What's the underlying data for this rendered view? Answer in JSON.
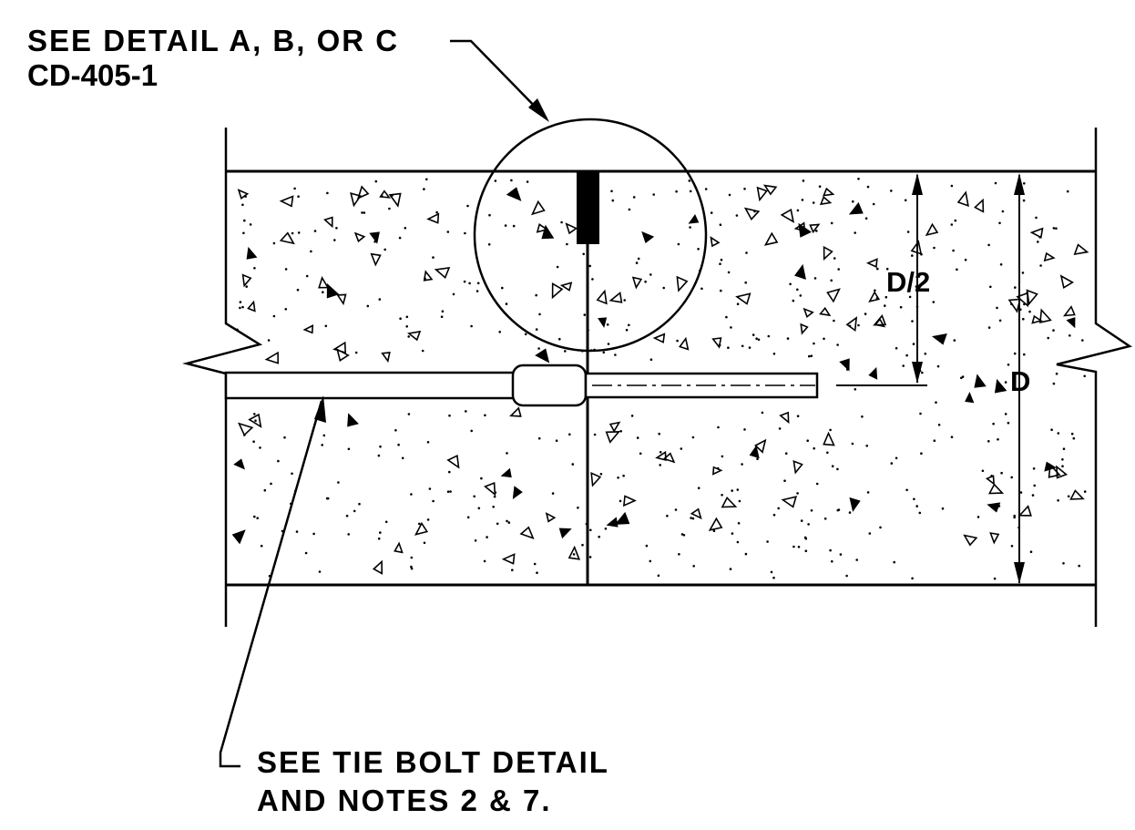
{
  "callouts": {
    "detail_line1": "SEE  DETAIL  A, B,  OR  C",
    "detail_line2": "CD-405-1",
    "tiebolt_line1": "SEE  TIE  BOLT  DETAIL",
    "tiebolt_line2": "AND  NOTES  2  &  7."
  },
  "dimensions": {
    "half_depth": "D/2",
    "full_depth": "D"
  },
  "colors": {
    "line": "#000000",
    "background": "#ffffff"
  }
}
